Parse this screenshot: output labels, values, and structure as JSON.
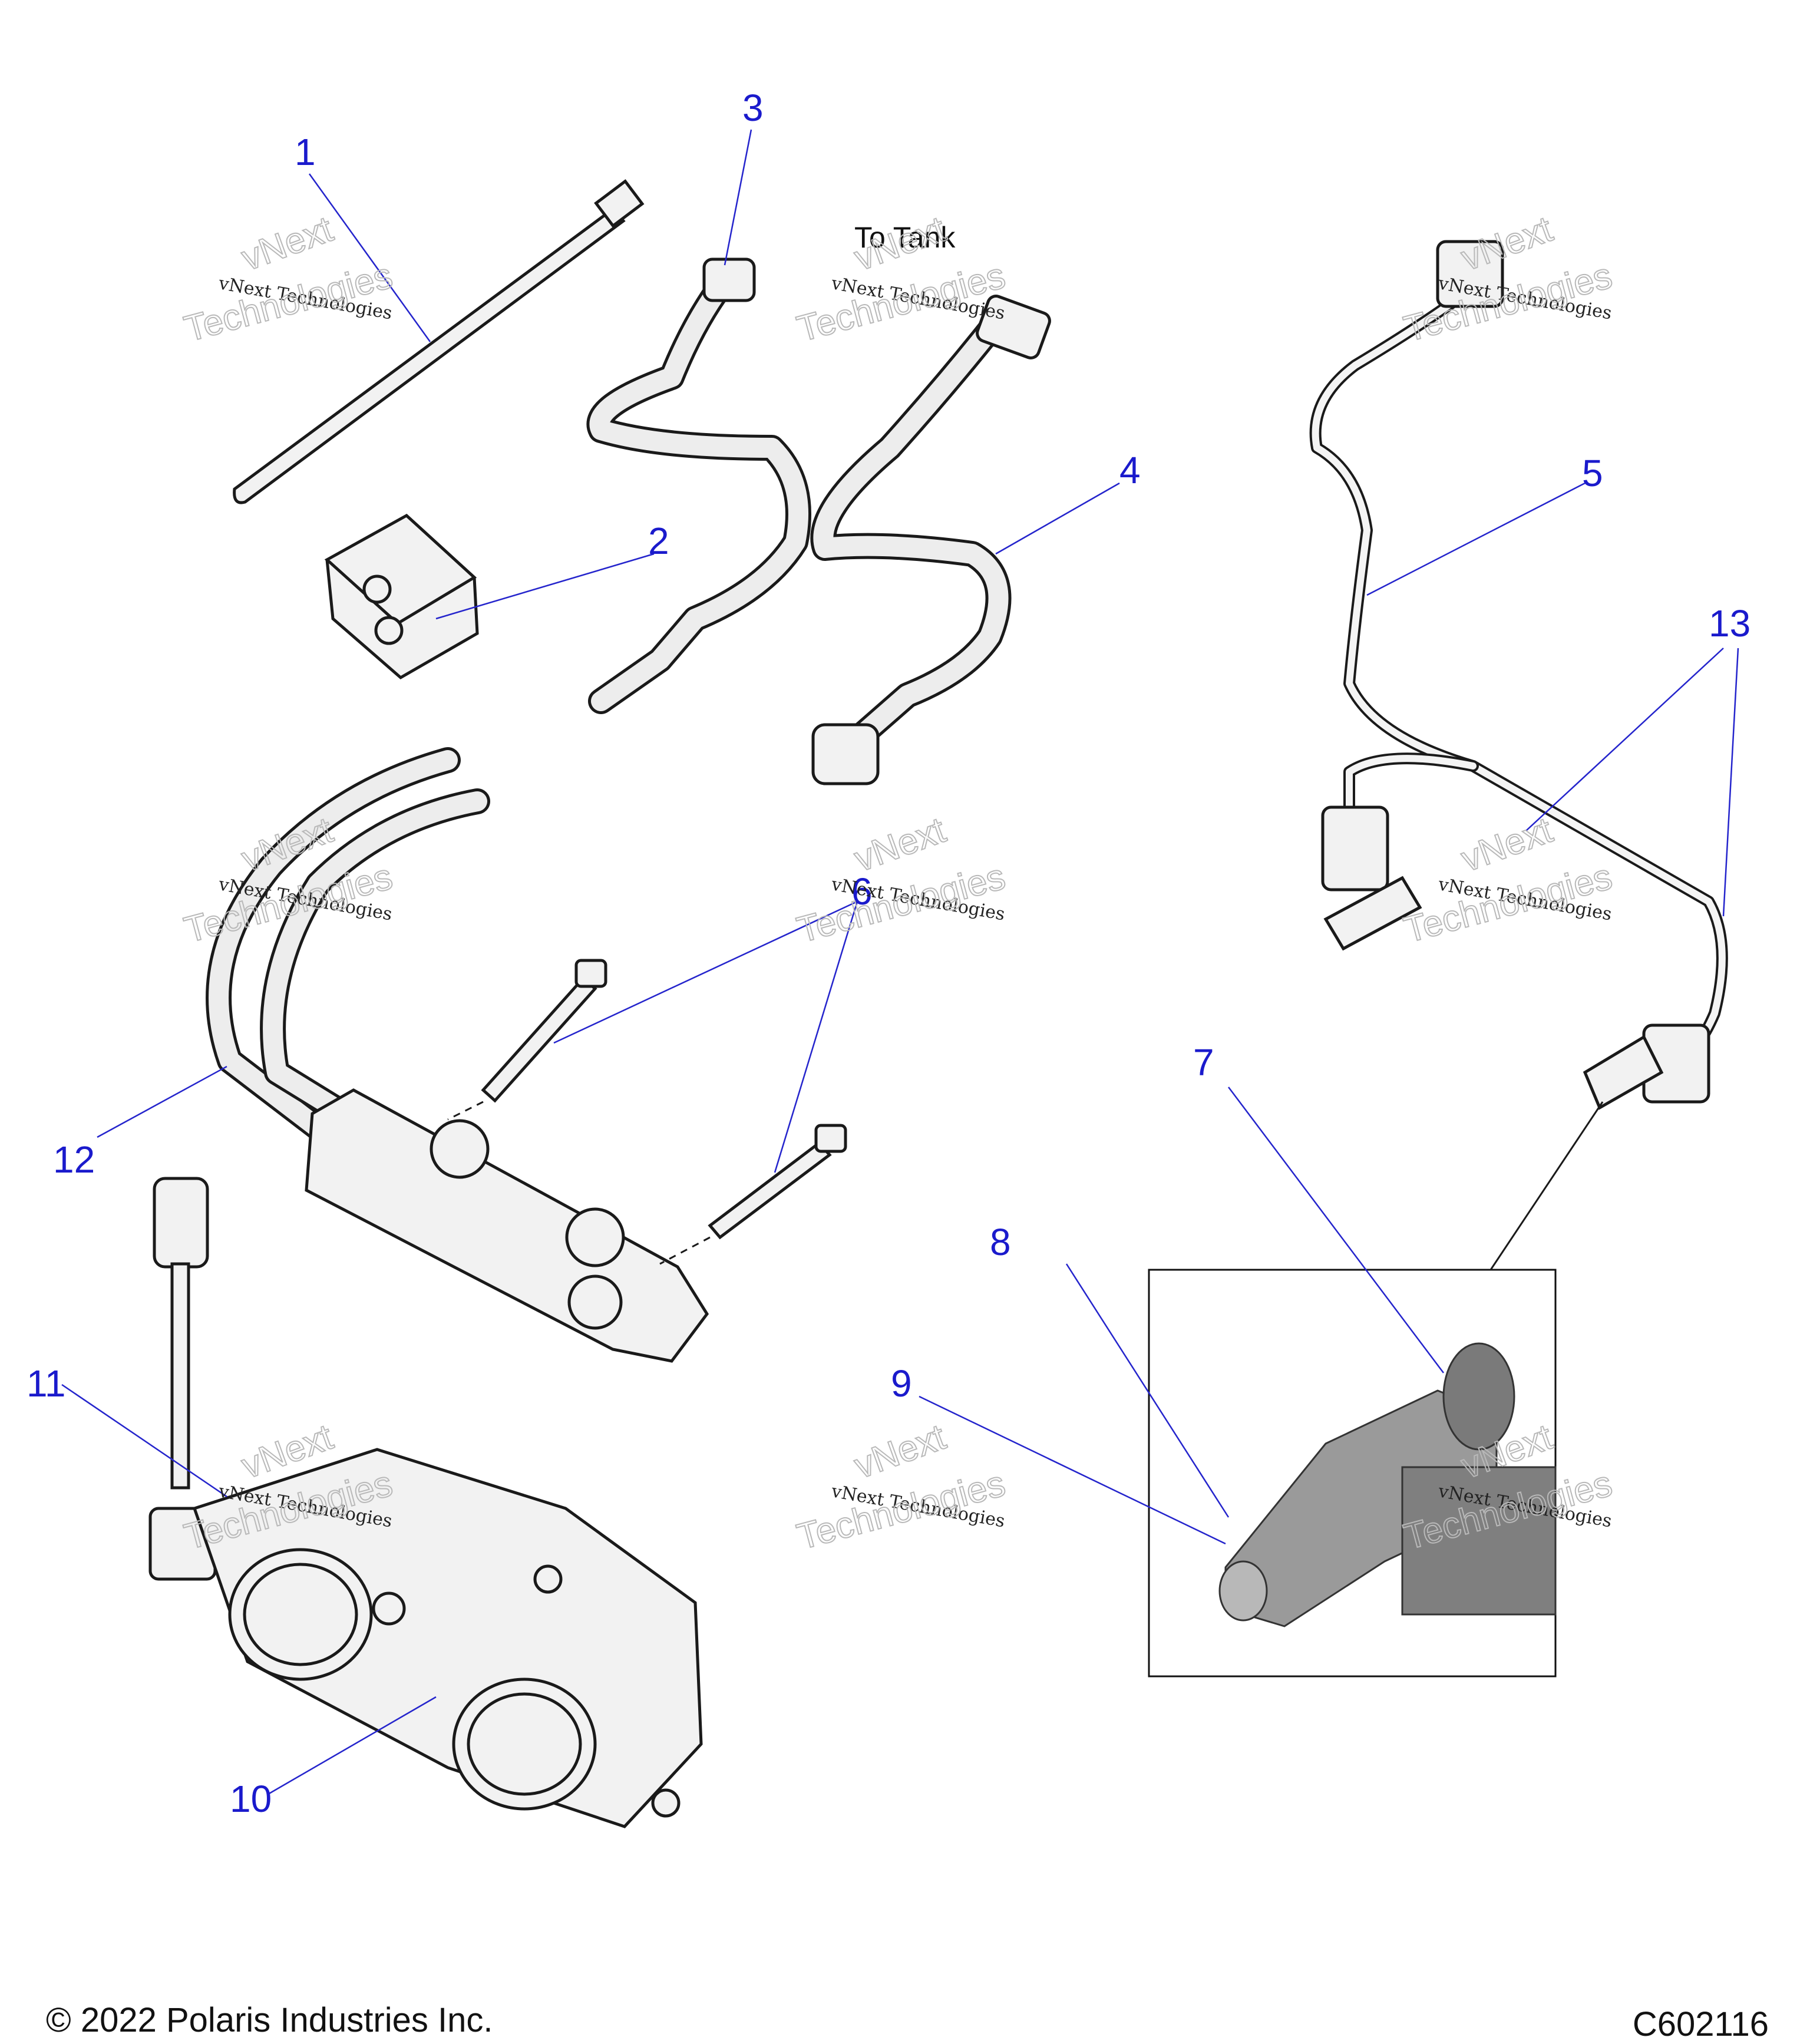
{
  "diagram": {
    "callouts": [
      {
        "id": "c1",
        "label": "1"
      },
      {
        "id": "c2",
        "label": "2"
      },
      {
        "id": "c3",
        "label": "3"
      },
      {
        "id": "c4",
        "label": "4"
      },
      {
        "id": "c5",
        "label": "5"
      },
      {
        "id": "c6",
        "label": "6"
      },
      {
        "id": "c7",
        "label": "7"
      },
      {
        "id": "c8",
        "label": "8"
      },
      {
        "id": "c9",
        "label": "9"
      },
      {
        "id": "c10",
        "label": "10"
      },
      {
        "id": "c11",
        "label": "11"
      },
      {
        "id": "c12",
        "label": "12"
      },
      {
        "id": "c13",
        "label": "13"
      }
    ],
    "annotation_to_tank": "To Tank",
    "watermark_line1": "vNext Technologies",
    "watermark_line2": "vNext",
    "watermark_line3": "Technologies"
  },
  "footer": {
    "copyright": "© 2022 Polaris Industries Inc.",
    "drawing_code": "C602116"
  }
}
